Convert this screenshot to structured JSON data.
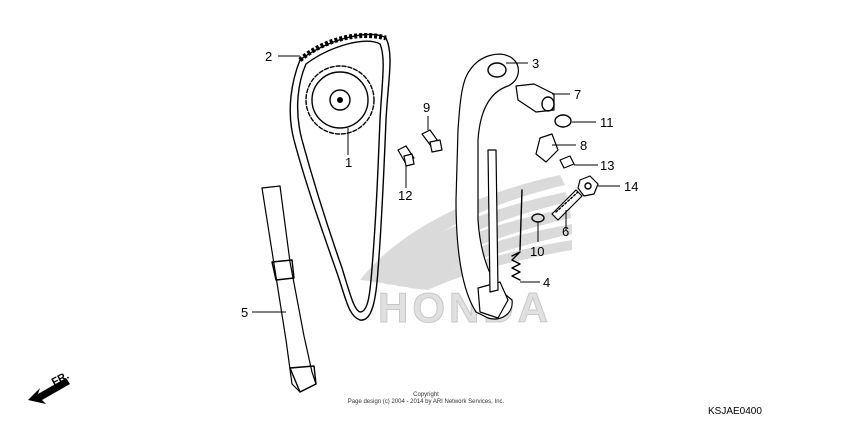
{
  "diagram": {
    "callouts": [
      "1",
      "2",
      "3",
      "4",
      "5",
      "6",
      "7",
      "8",
      "9",
      "10",
      "11",
      "12",
      "13",
      "14"
    ],
    "watermark_text": "HONDA",
    "direction_label": "FR.",
    "copyright_line1": "Copyright",
    "copyright_line2": "Page design (c) 2004 - 2014 by ARI Network Services, Inc.",
    "diagram_code": "KSJAE0400"
  }
}
